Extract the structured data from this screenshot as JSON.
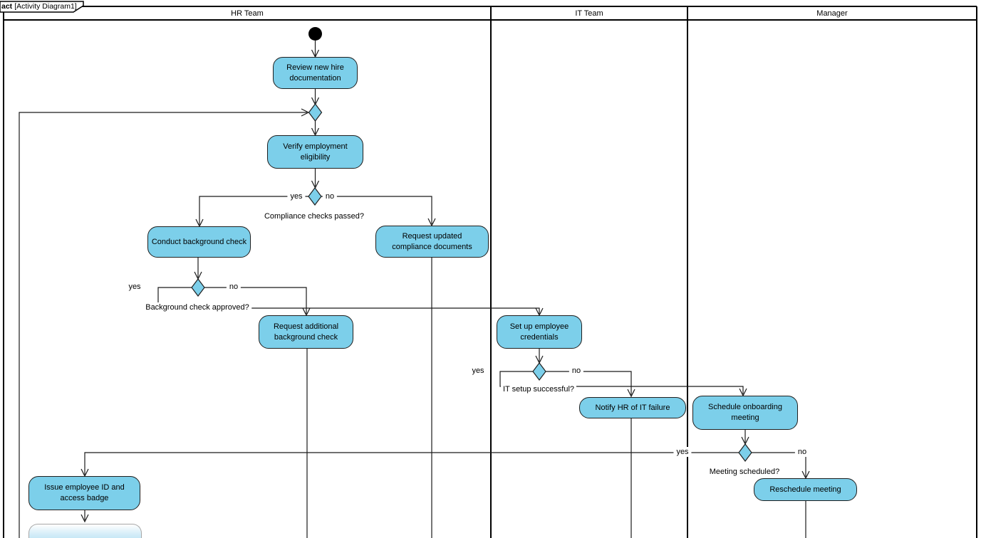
{
  "frame": {
    "tag": "act",
    "title": "[Activity Diagram1]"
  },
  "lanes": [
    {
      "label": "HR Team"
    },
    {
      "label": "IT Team"
    },
    {
      "label": "Manager"
    }
  ],
  "activities": {
    "review": {
      "line1": "Review new hire",
      "line2": "documentation"
    },
    "verify": {
      "line1": "Verify employment",
      "line2": "eligibility"
    },
    "conduct": {
      "line1": "Conduct background check"
    },
    "request_updated": {
      "line1": "Request updated",
      "line2": "compliance documents"
    },
    "request_additional": {
      "line1": "Request additional",
      "line2": "background check"
    },
    "setup": {
      "line1": "Set up employee",
      "line2": "credentials"
    },
    "notify": {
      "line1": "Notify HR of IT failure"
    },
    "schedule": {
      "line1": "Schedule onboarding",
      "line2": "meeting"
    },
    "issue": {
      "line1": "Issue employee ID and",
      "line2": "access badge"
    },
    "reschedule": {
      "line1": "Reschedule meeting"
    }
  },
  "decisions": {
    "compliance": {
      "question": "Compliance checks passed?",
      "yes": "yes",
      "no": "no"
    },
    "background": {
      "question": "Background check approved?",
      "yes": "yes",
      "no": "no"
    },
    "it_setup": {
      "question": "IT setup successful?",
      "yes": "yes",
      "no": "no"
    },
    "meeting": {
      "question": "Meeting scheduled?",
      "yes": "yes",
      "no": "no"
    }
  },
  "colors": {
    "node_fill": "#7CCFEA",
    "node_stroke": "#1f1f1f",
    "line": "#1a1a1a",
    "lane_border": "#000000",
    "initial_node": "#000000"
  }
}
